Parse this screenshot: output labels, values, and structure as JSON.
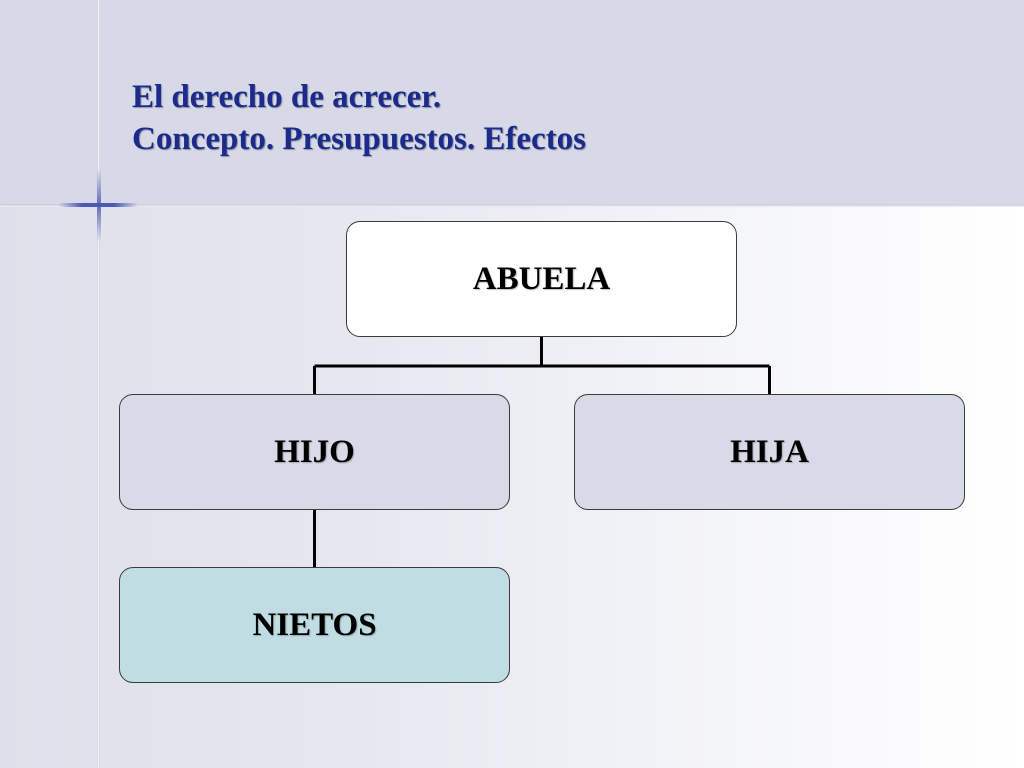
{
  "slide": {
    "title_line1": "El derecho de acrecer.",
    "title_line2": "Concepto. Presupuestos. Efectos"
  },
  "diagram": {
    "nodes": {
      "root": "ABUELA",
      "child_left": "HIJO",
      "child_right": "HIJA",
      "grandchild": "NIETOS"
    },
    "edges": [
      [
        "ABUELA",
        "HIJO"
      ],
      [
        "ABUELA",
        "HIJA"
      ],
      [
        "HIJO",
        "NIETOS"
      ]
    ]
  },
  "colors": {
    "title": "#1c2a8c",
    "header_band": "#d7dae6",
    "node_root_fill": "#ffffff",
    "node_child_fill": "#d8dbe7",
    "node_grandchild_fill": "#c0dde3",
    "accent_blue": "#4d58b5"
  }
}
